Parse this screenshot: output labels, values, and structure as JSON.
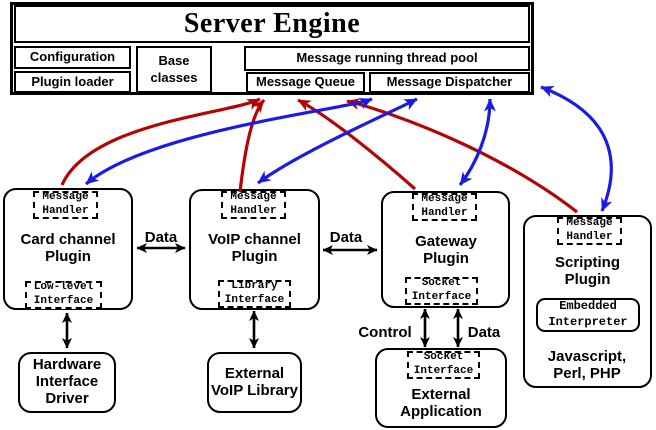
{
  "engine": {
    "title": "Server Engine",
    "cells": {
      "configuration": "Configuration",
      "plugin_loader": "Plugin loader",
      "base_classes": "Base classes",
      "thread_pool": "Message running thread pool",
      "message_queue": "Message Queue",
      "message_dispatcher": "Message Dispatcher"
    }
  },
  "plugins": [
    {
      "handler": "Message Handler",
      "name": "Card channel Plugin",
      "interface": "Low-level Interface"
    },
    {
      "handler": "Message Handler",
      "name": "VoIP channel Plugin",
      "interface": "Library Interface"
    },
    {
      "handler": "Message Handler",
      "name": "Gateway Plugin",
      "interface": "Socket Interface"
    },
    {
      "handler": "Message Handler",
      "name": "Scripting Plugin",
      "interpreter": "Embedded Interpreter",
      "languages": "Javascript, Perl, PHP"
    }
  ],
  "externals": [
    {
      "name": "Hardware Interface Driver"
    },
    {
      "name": "External VoIP Library"
    },
    {
      "name": "External Application",
      "interface": "Socket Interface"
    }
  ],
  "edge_labels": {
    "card_voip": "Data",
    "voip_gateway": "Data",
    "gateway_app_control": "Control",
    "gateway_app_data": "Data"
  },
  "colors": {
    "red": "#b40404",
    "blue": "#1b1be8",
    "black": "#000000"
  }
}
